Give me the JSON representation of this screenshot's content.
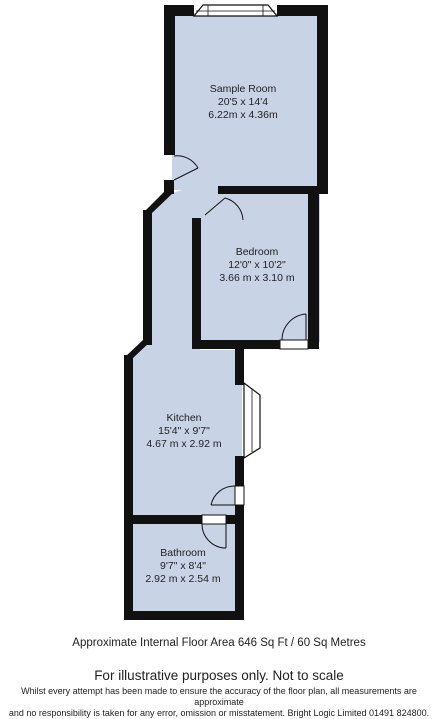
{
  "rooms": {
    "sample_room": {
      "name": "Sample Room",
      "imperial": "20'5 x 14'4",
      "metric": "6.22m x 4.36m"
    },
    "bedroom": {
      "name": "Bedroom",
      "imperial": "12'0\" x 10'2\"",
      "metric": "3.66 m x 3.10 m"
    },
    "kitchen": {
      "name": "Kitchen",
      "imperial": "15'4\" x 9'7\"",
      "metric": "4.67 m x 2.92 m"
    },
    "bathroom": {
      "name": "Bathroom",
      "imperial": "9'7\" x 8'4\"",
      "metric": "2.92 m x 2.54 m"
    }
  },
  "footer": {
    "area": "Approximate Internal Floor Area 646 Sq Ft / 60 Sq Metres",
    "disclaimer_title": "For illustrative purposes only. Not to scale",
    "disclaimer_line1": "Whilst every attempt has been made to ensure the accuracy of the floor plan, all measurements are approximate",
    "disclaimer_line2": "and no responsibility is taken for any error, omission or misstatement. Bright Logic Limited 01491 824800."
  },
  "colors": {
    "floor": "#c8d3e6",
    "wall": "#111111",
    "window": "#ffffff"
  }
}
